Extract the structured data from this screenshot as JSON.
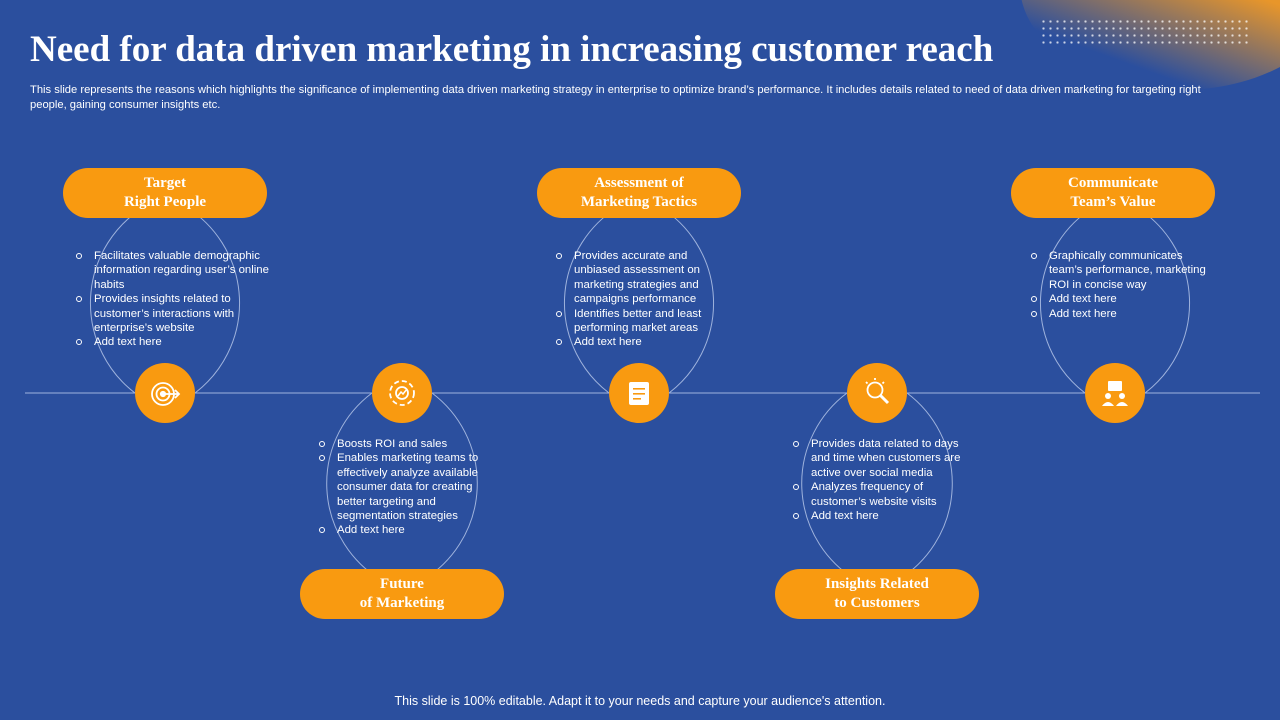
{
  "slide": {
    "title": "Need for data driven marketing in increasing customer reach",
    "subtitle": "This slide represents the reasons which highlights the significance of implementing data driven marketing strategy in enterprise to optimize brand’s performance. It includes details related to need of data driven marketing for targeting right people, gaining consumer insights etc.",
    "footer": "This slide is 100% editable. Adapt it to your needs and capture your audience's attention.",
    "colors": {
      "background": "#2b4f9e",
      "accent": "#f99a10",
      "text": "#ffffff"
    }
  },
  "items": [
    {
      "heading": "Target\nRight People",
      "icon": "target-icon",
      "bullets": [
        "Facilitates valuable demographic information regarding user’s online habits",
        "Provides insights related to customer’s interactions with enterprise’s website",
        "Add text here"
      ]
    },
    {
      "heading": "Future\nof Marketing",
      "icon": "growth-gear-icon",
      "bullets": [
        "Boosts ROI and sales",
        "Enables marketing teams to effectively  analyze available consumer data for creating better targeting and segmentation strategies",
        "Add text here"
      ]
    },
    {
      "heading": "Assessment of\nMarketing Tactics",
      "icon": "report-icon",
      "bullets": [
        "Provides accurate and unbiased assessment on marketing strategies and campaigns performance",
        "Identifies better and least performing market areas",
        "Add text here"
      ]
    },
    {
      "heading": "Insights Related\nto Customers",
      "icon": "insight-bulb-icon",
      "bullets": [
        "Provides data related to days and time when customers are active over social media",
        "Analyzes frequency of customer’s website visits",
        "Add text here"
      ]
    },
    {
      "heading": "Communicate\nTeam’s Value",
      "icon": "team-presentation-icon",
      "bullets": [
        "Graphically communicates team’s performance, marketing ROI in concise way",
        "Add text here",
        "Add text here"
      ]
    }
  ]
}
